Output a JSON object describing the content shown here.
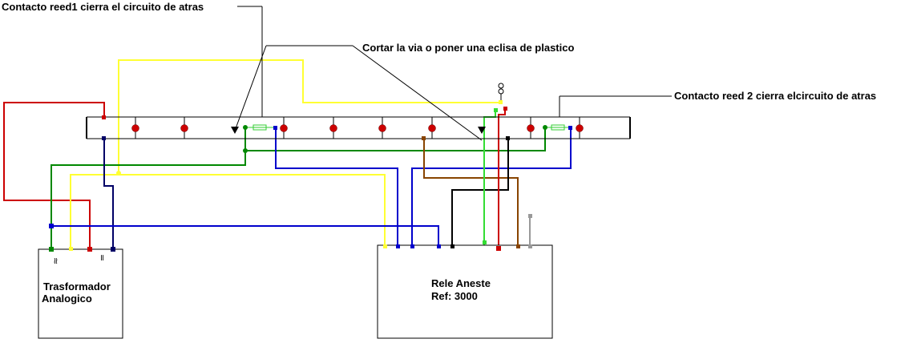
{
  "labels": {
    "reed1": "Contacto reed1 cierra el circuito de atras",
    "cut": "Cortar la via o poner una eclisa de plastico",
    "reed2": "Contacto reed 2 cierra elcircuito de atras"
  },
  "transformer": {
    "line1": "Trasformador",
    "line2": "Analogico",
    "ac_symbol": "≈",
    "dc_symbol": "="
  },
  "relay": {
    "line1": "Rele Aneste",
    "line2": "Ref: 3000"
  },
  "colors": {
    "red": "#cc0000",
    "yellow": "#ffff33",
    "green": "#008800",
    "lightgreen": "#33dd33",
    "blue": "#0000cc",
    "navy": "#000066",
    "brown": "#884400",
    "gray": "#999999",
    "black": "#000000"
  }
}
